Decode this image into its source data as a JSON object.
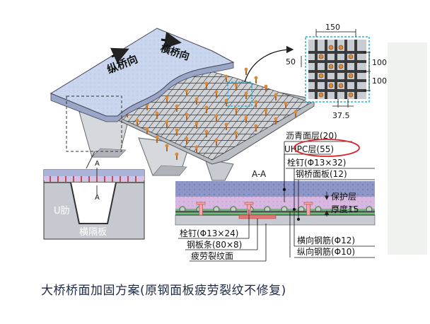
{
  "colors": {
    "asphalt": "#8f96c8",
    "uhpc": "#c9d6ee",
    "steel": "#c8ccd2",
    "rebar": "#333333",
    "stud": "#d98a3c",
    "highlight": "#d9262c",
    "detail_border": "#2bb3d6",
    "protect_layer": "#6bbf7a",
    "stud_section": "#f0a8a8",
    "caption": "#1f2a44"
  },
  "deck": {
    "label_long": "纵桥向",
    "label_trans": "横桥向"
  },
  "grid_detail": {
    "dim_top": "150",
    "dim_left": "50",
    "dim_right_1": "100",
    "dim_right_2": "100",
    "dim_bottom": "37.5"
  },
  "small_section": {
    "cut_top": "A",
    "cut_bottom": "A",
    "u_rib": "U肋",
    "diaphragm": "横隔板"
  },
  "section_aa": {
    "title": "A-A",
    "asphalt": "沥青面层(20)",
    "uhpc_prefix": "UHPC",
    "uhpc_suffix": "层(55)",
    "stud_top": "栓钉(Φ13×32)",
    "steel_plate": "钢桥面板(12)",
    "protect_1": "保护层",
    "protect_2": "厚度15",
    "stud_bottom": "栓钉(Φ13×24)",
    "steel_strip": "钢板条(80×8)",
    "fatigue": "疲劳裂纹面",
    "trans_rebar": "横向钢筋(Φ12)",
    "long_rebar": "纵向钢筋(Φ10)"
  },
  "caption": "大桥桥面加固方案(原钢面板疲劳裂纹不修复)"
}
